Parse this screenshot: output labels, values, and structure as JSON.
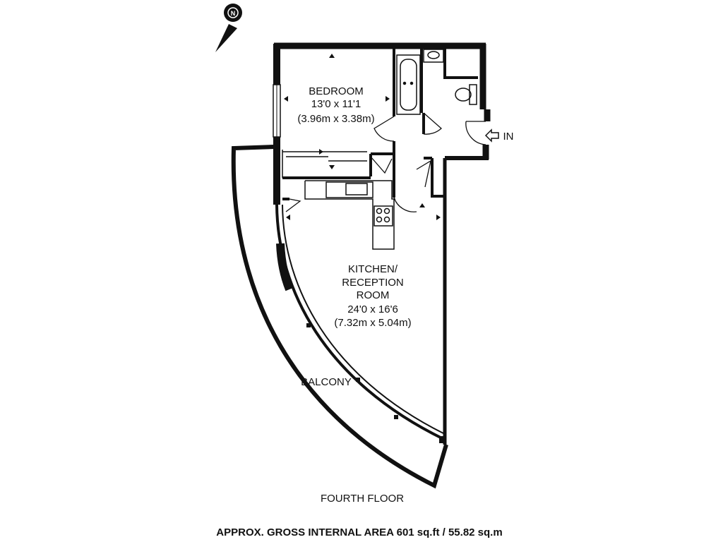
{
  "rooms": {
    "bedroom": {
      "name": "BEDROOM",
      "imperial": "13'0 x 11'1",
      "metric": "(3.96m x 3.38m)"
    },
    "kitchen": {
      "name_line1": "KITCHEN/",
      "name_line2": "RECEPTION",
      "name_line3": "ROOM",
      "imperial": "24'0 x 16'6",
      "metric": "(7.32m x 5.04m)"
    },
    "balcony": {
      "name": "BALCONY"
    }
  },
  "entrance_label": "IN",
  "floor_label": "FOURTH FLOOR",
  "area_label": "APPROX. GROSS INTERNAL AREA 601 sq.ft / 55.82 sq.m",
  "compass_letter": "N"
}
